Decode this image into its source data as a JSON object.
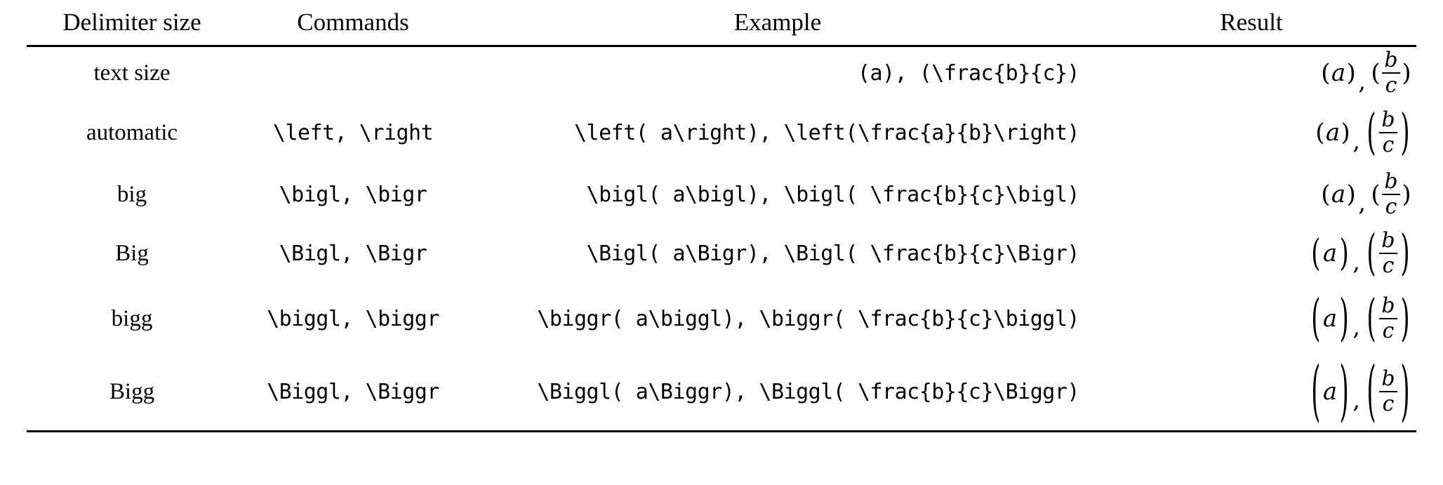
{
  "table": {
    "headers": [
      "Delimiter size",
      "Commands",
      "Example",
      "Result"
    ],
    "rows": [
      {
        "size": "text size",
        "commands": "",
        "example": "(a), (\\frac{b}{c})",
        "result_plain": "(a), (b/c)",
        "result": {
          "left_group": "(a)",
          "right_group": "(b/c)",
          "var_a": "a",
          "numerator": "b",
          "denominator": "c",
          "comma": ",",
          "open_paren": "(",
          "close_paren": ")",
          "paren_class": "p-text"
        }
      },
      {
        "size": "automatic",
        "commands": "\\left, \\right",
        "example": "\\left( a\\right), \\left(\\frac{a}{b}\\right)",
        "result_plain": "(a), (b/c)",
        "result": {
          "left_group": "(a)",
          "right_group": "(b/c)",
          "var_a": "a",
          "numerator": "b",
          "denominator": "c",
          "comma": ",",
          "open_paren": "(",
          "close_paren": ")",
          "paren_class": "p-auto"
        }
      },
      {
        "size": "big",
        "commands": "\\bigl, \\bigr",
        "example": "\\bigl( a\\bigl), \\bigl( \\frac{b}{c}\\bigl)",
        "result_plain": "(a), (b/c)",
        "result": {
          "left_group": "(a)",
          "right_group": "(b/c)",
          "var_a": "a",
          "numerator": "b",
          "denominator": "c",
          "comma": ",",
          "open_paren": "(",
          "close_paren": ")",
          "paren_class": "p-big"
        }
      },
      {
        "size": "Big",
        "commands": "\\Bigl, \\Bigr",
        "example": "\\Bigl( a\\Bigr), \\Bigl( \\frac{b}{c}\\Bigr)",
        "result_plain": "(a), (b/c)",
        "result": {
          "left_group": "(a)",
          "right_group": "(b/c)",
          "var_a": "a",
          "numerator": "b",
          "denominator": "c",
          "comma": ",",
          "open_paren": "(",
          "close_paren": ")",
          "paren_class": "p-Big"
        }
      },
      {
        "size": "bigg",
        "commands": "\\biggl, \\biggr",
        "example": "\\biggr( a\\biggl), \\biggr( \\frac{b}{c}\\biggl)",
        "result_plain": "(a), (b/c)",
        "result": {
          "left_group": "(a)",
          "right_group": "(b/c)",
          "var_a": "a",
          "numerator": "b",
          "denominator": "c",
          "comma": ",",
          "open_paren": "(",
          "close_paren": ")",
          "paren_class": "p-bigg"
        }
      },
      {
        "size": "Bigg",
        "commands": "\\Biggl, \\Biggr",
        "example": "\\Biggl( a\\Biggr), \\Biggl( \\frac{b}{c}\\Biggr)",
        "result_plain": "(a), (b/c)",
        "result": {
          "left_group": "(a)",
          "right_group": "(b/c)",
          "var_a": "a",
          "numerator": "b",
          "denominator": "c",
          "comma": ",",
          "open_paren": "(",
          "close_paren": ")",
          "paren_class": "p-Bigg"
        }
      }
    ]
  },
  "colors": {
    "background": "#ffffff",
    "text": "#000000",
    "rule": "#000000"
  }
}
